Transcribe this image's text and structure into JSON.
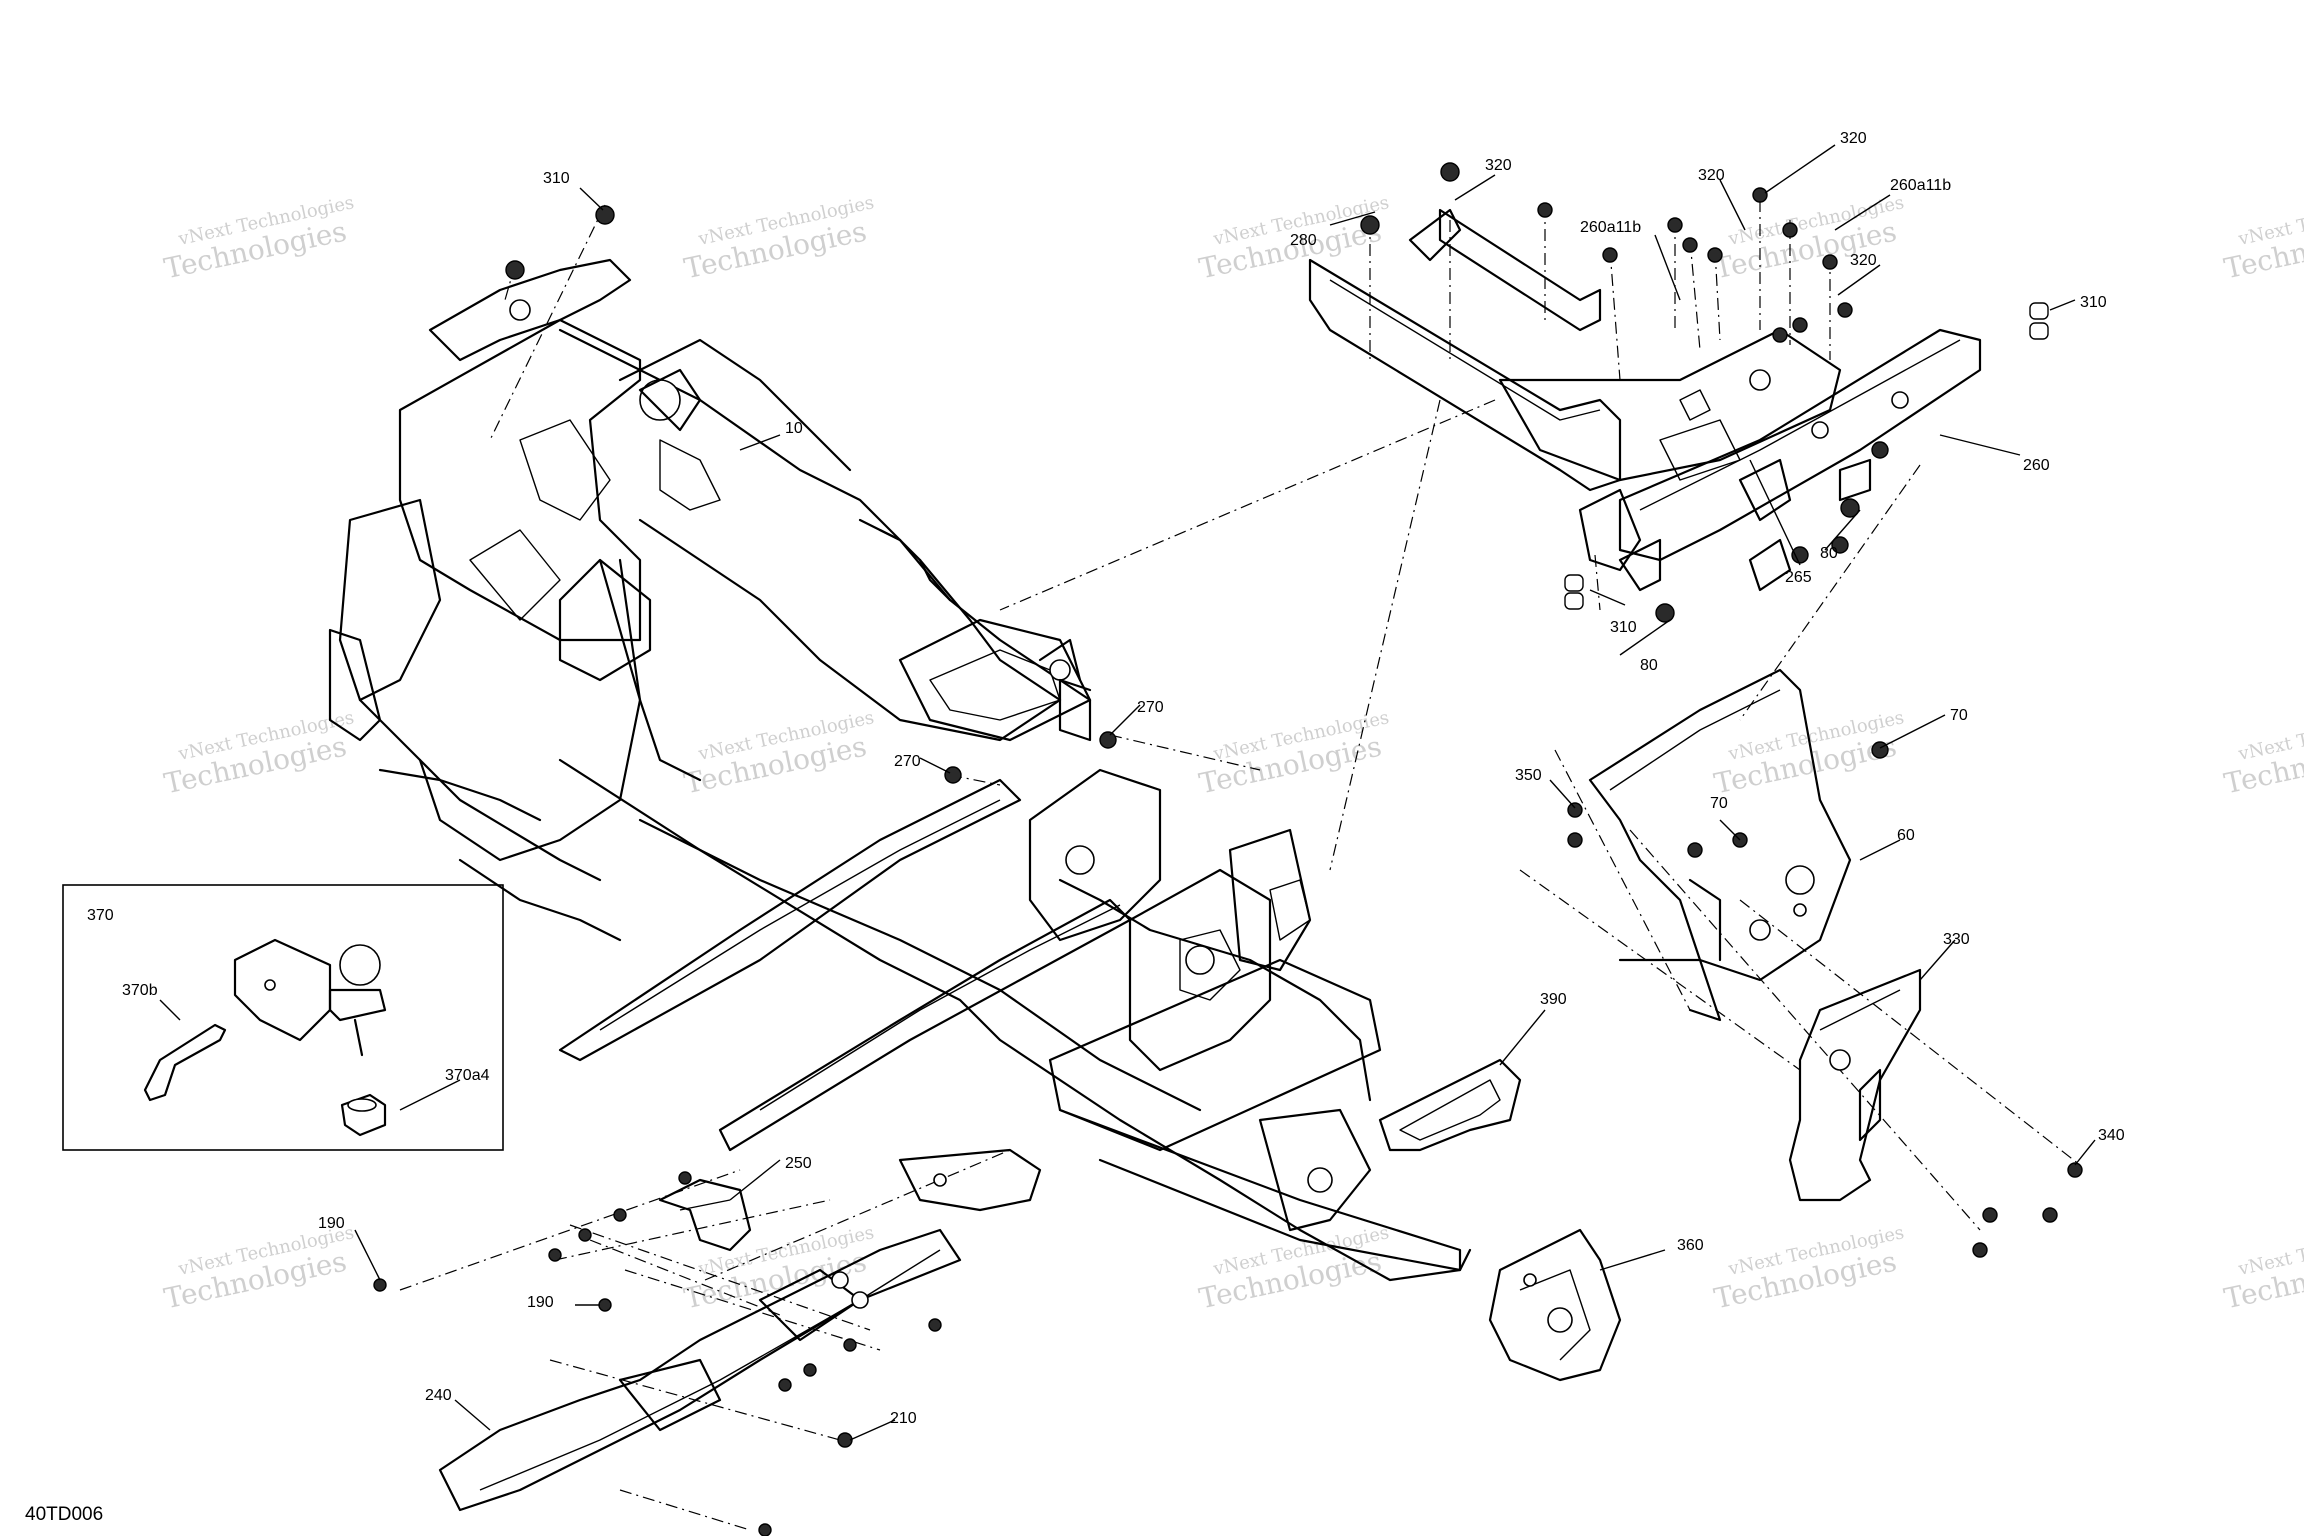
{
  "diagram_code": "40TD006",
  "watermark": {
    "line1": "vNext Technologies",
    "line2": "Technologies"
  },
  "callouts": [
    "310",
    "10",
    "280",
    "320",
    "320",
    "320",
    "320",
    "260a11b",
    "260a11b",
    "310",
    "260",
    "265",
    "80",
    "80",
    "310",
    "270",
    "270",
    "70",
    "70",
    "350",
    "60",
    "330",
    "340",
    "390",
    "360",
    "250",
    "190",
    "190",
    "240",
    "210",
    "370",
    "370b",
    "370a4"
  ]
}
